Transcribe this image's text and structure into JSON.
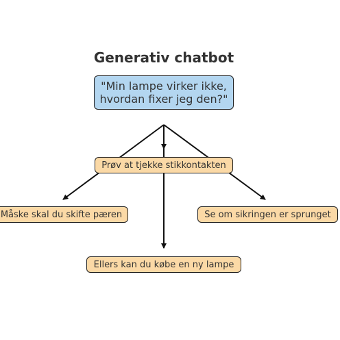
{
  "title": "Generativ chatbot",
  "question": {
    "line1": "\"Min lampe virker ikke,",
    "line2": "hvordan fixer jeg den?\""
  },
  "answers": [
    "Prøv at tjekke stikkontakten",
    "Måske skal du skifte pæren",
    "Se om sikringen er sprunget",
    "Ellers kan du købe en ny lampe"
  ],
  "colors": {
    "question_fill": "#b3d6f0",
    "answer_fill": "#fbd9a6",
    "edge": "#111111",
    "text": "#333333"
  }
}
